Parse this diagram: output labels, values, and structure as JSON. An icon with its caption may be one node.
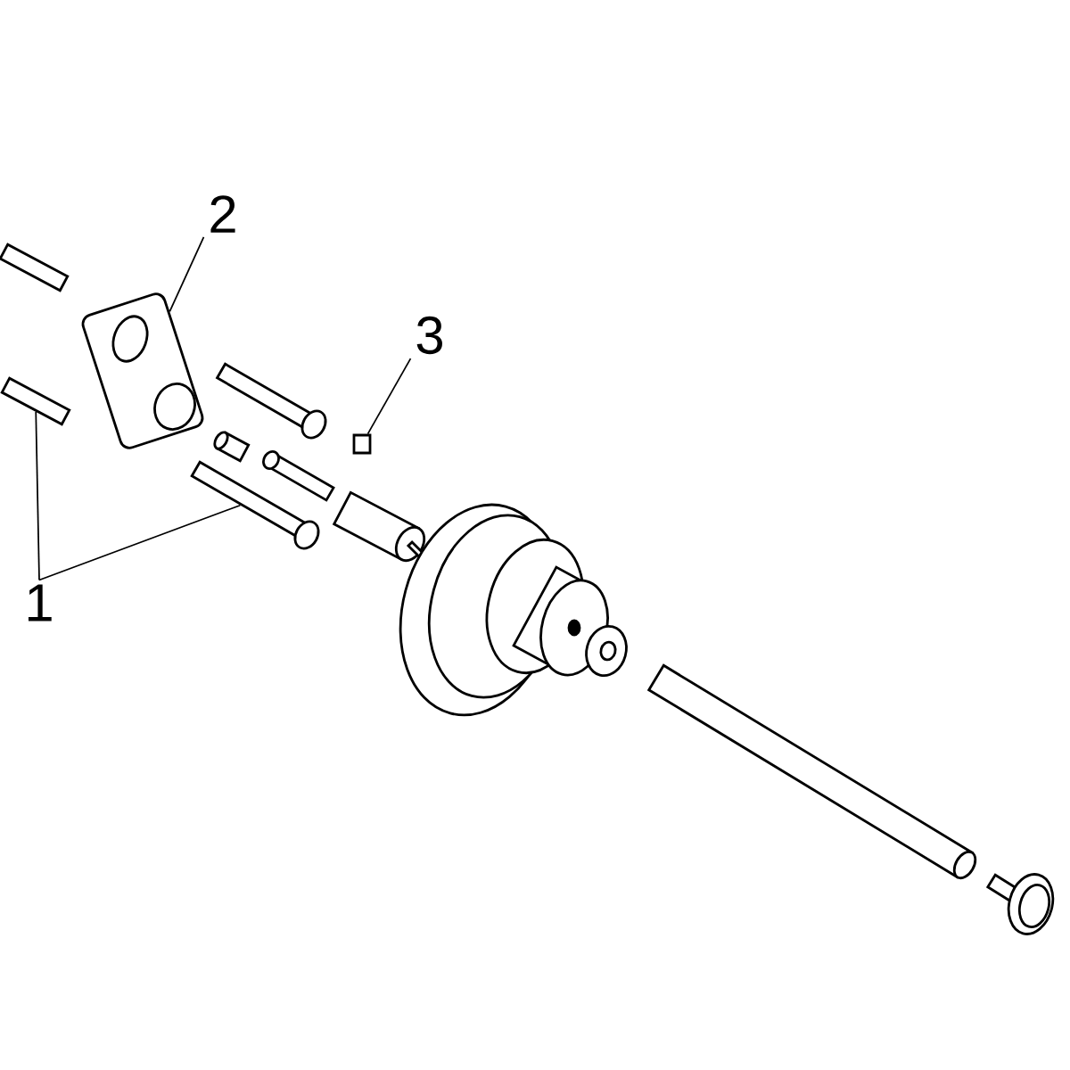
{
  "diagram": {
    "nodes": [
      {
        "text": [
          "1"
        ]
      },
      {
        "text": [],
        "shape": "box"
      },
      {
        "text": [],
        "shape": "box"
      },
      {
        "text": [],
        "shape": "box"
      },
      {
        "text": [],
        "shape": "box"
      },
      {
        "text": [
          "2"
        ]
      },
      {
        "text": [],
        "shape": "box"
      },
      {
        "text": [
          "3"
        ]
      },
      {
        "text": [],
        "shape": "box"
      }
    ],
    "edges": [
      {
        "from": 0,
        "to": 2,
        "arrow": "none"
      },
      {
        "from": 0,
        "to": 4,
        "arrow": "none"
      },
      {
        "from": 5,
        "to": 6,
        "arrow": "none"
      },
      {
        "from": 7,
        "to": 8,
        "arrow": "none"
      }
    ]
  }
}
